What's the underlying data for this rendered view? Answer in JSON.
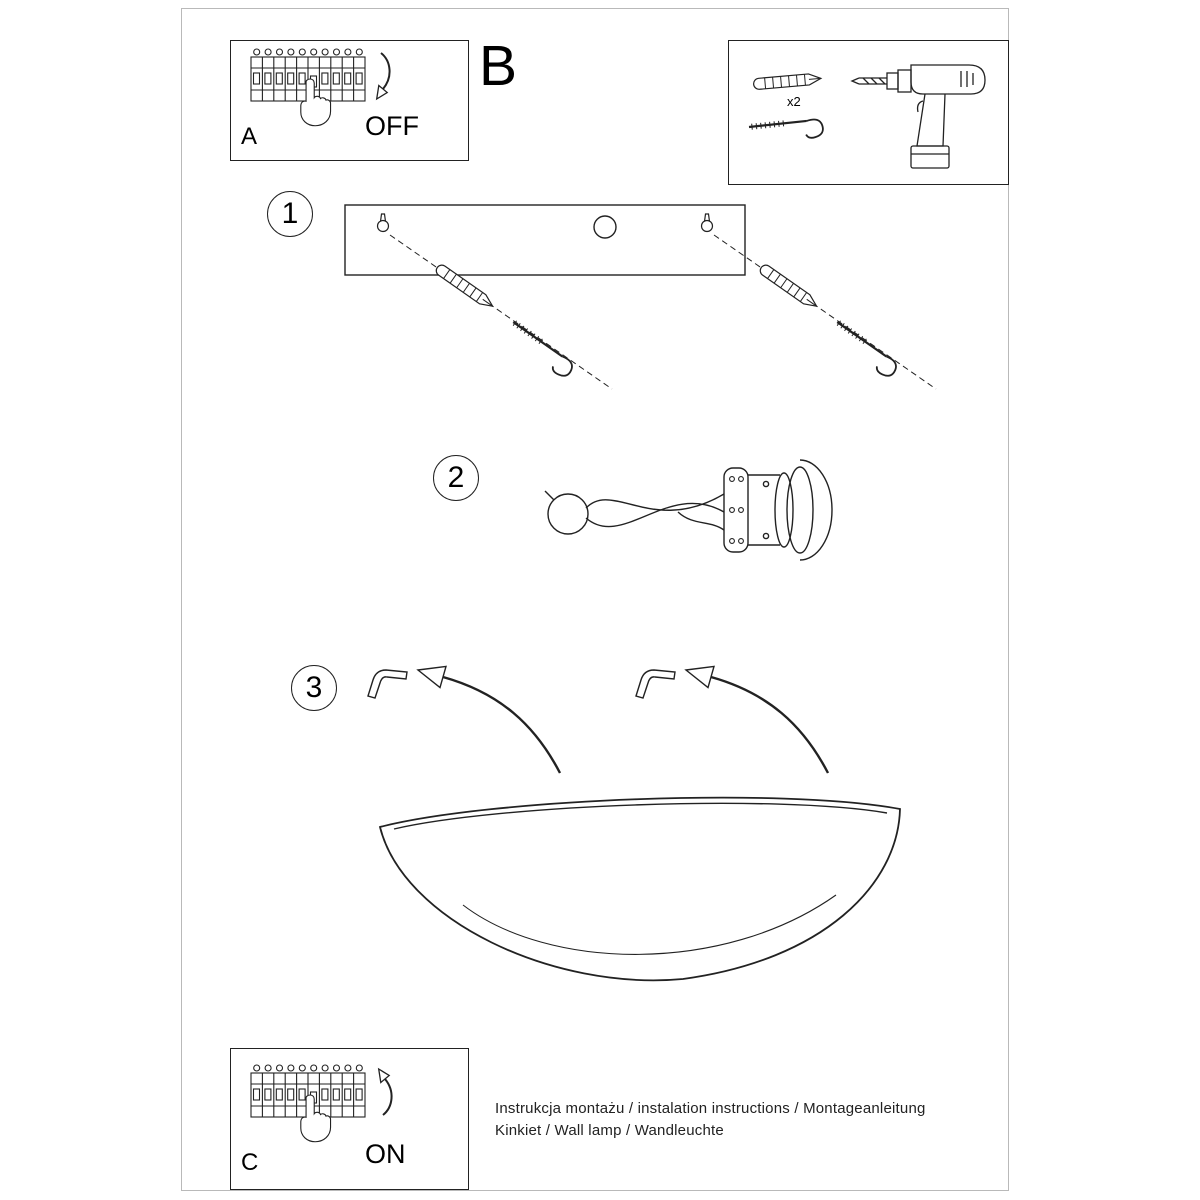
{
  "colors": {
    "line": "#222222",
    "page_bg": "#ffffff",
    "sheet_border": "#b9b9b9"
  },
  "box_a": {
    "label": "A",
    "state": "OFF"
  },
  "section_b": {
    "label": "B",
    "anchor_quantity": "x2"
  },
  "steps": [
    {
      "number": "1"
    },
    {
      "number": "2"
    },
    {
      "number": "3"
    }
  ],
  "box_c": {
    "label": "C",
    "state": "ON"
  },
  "footer": {
    "line1": "Instrukcja montażu / instalation instructions / Montageanleitung",
    "line2": "Kinkiet / Wall lamp / Wandleuchte"
  }
}
